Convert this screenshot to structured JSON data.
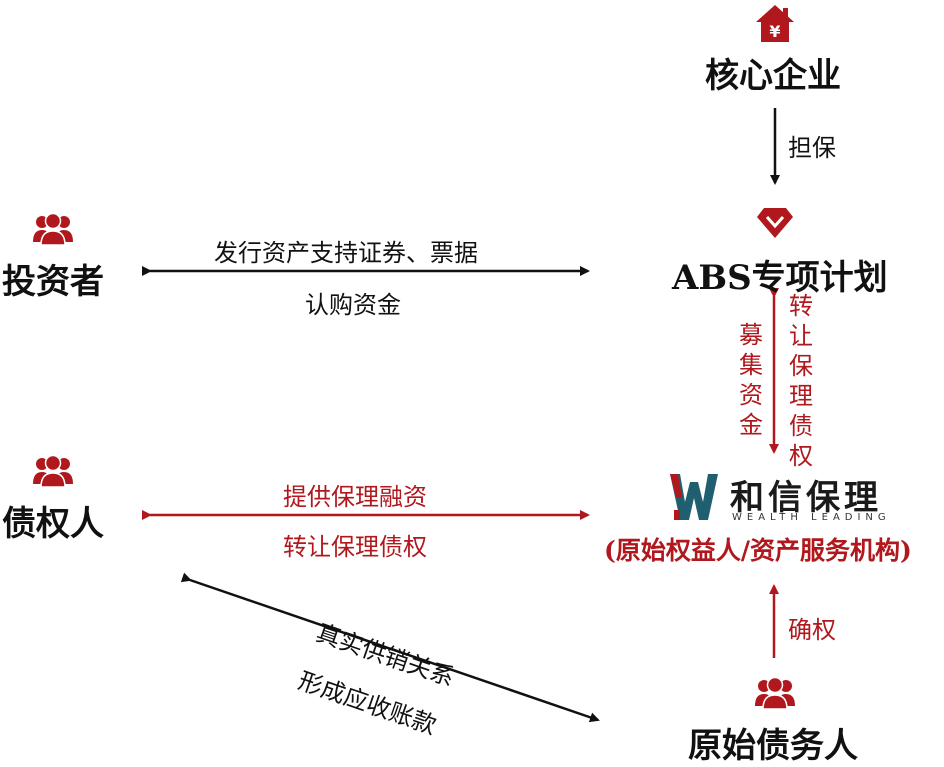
{
  "nodes": {
    "core_enterprise": "核心企业",
    "abs_plan": "ABS专项计划",
    "investor": "投资者",
    "creditor": "债权人",
    "original_debtor": "原始债务人"
  },
  "brand": {
    "name_cn": "和信保理",
    "name_en": "WEALTH LEADING",
    "role": "(原始权益人/资产服务机构)"
  },
  "labels": {
    "guarantee": "担保",
    "issue_securities": "发行资产支持证券、票据",
    "subscribe_funds": "认购资金",
    "raise_funds": "募集资金",
    "transfer_debt_vertical": "转让保理债权",
    "provide_financing": "提供保理融资",
    "transfer_debt": "转让保理债权",
    "real_trade": "真实供销关系",
    "receivables": "形成应收账款",
    "confirm_rights": "确权"
  },
  "icons": {
    "core_enterprise": "house-yen-icon",
    "abs_plan": "gem-icon",
    "people": "people-group-icon",
    "brand_logo": "w-logo-icon"
  },
  "colors": {
    "accent_red": "#b0181d",
    "dark_arrow": "#111111",
    "logo_teal": "#1f5f70"
  }
}
